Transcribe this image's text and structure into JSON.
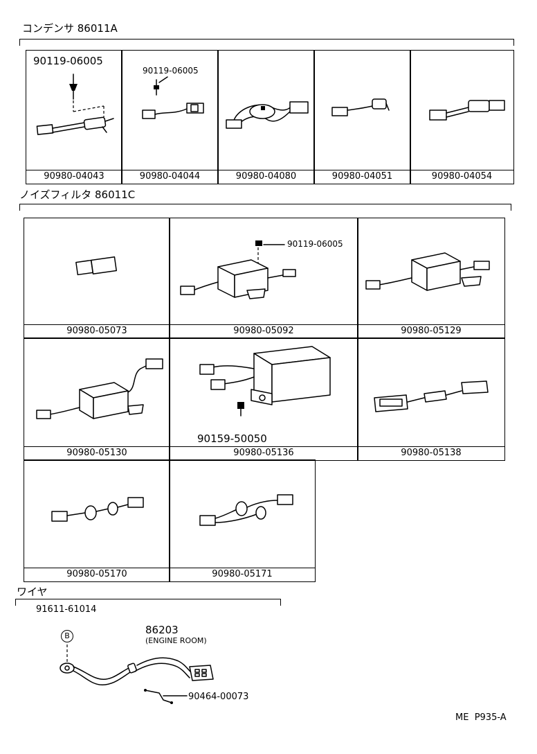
{
  "sections": {
    "condenser": {
      "title": "コンデンサ 86011A",
      "cells": [
        {
          "part": "90980-04043",
          "screw": "90119-06005"
        },
        {
          "part": "90980-04044",
          "screw": "90119-06005"
        },
        {
          "part": "90980-04080"
        },
        {
          "part": "90980-04051"
        },
        {
          "part": "90980-04054"
        }
      ]
    },
    "noise_filter": {
      "title": "ノイズフィルタ 86011C",
      "cells": [
        {
          "part": "90980-05073"
        },
        {
          "part": "90980-05092",
          "screw": "90119-06005"
        },
        {
          "part": "90980-05129"
        },
        {
          "part": "90980-05130"
        },
        {
          "part": "90980-05136",
          "screw": "90159-50050"
        },
        {
          "part": "90980-05138"
        },
        {
          "part": "90980-05170"
        },
        {
          "part": "90980-05171"
        }
      ]
    },
    "wire": {
      "title": "ワイヤ",
      "bolt": "91611-61014",
      "bolt_marker": "B",
      "harness": "86203",
      "harness_note": "(ENGINE ROOM)",
      "clip": "90464-00073"
    }
  },
  "footer": {
    "ref": "ME  P935-A"
  }
}
